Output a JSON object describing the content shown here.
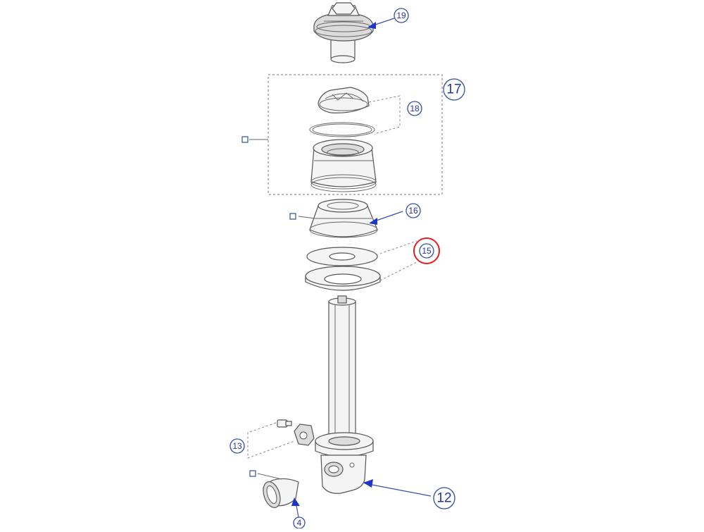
{
  "callouts": {
    "c19": "19",
    "c17": "17",
    "c18": "18",
    "c16": "16",
    "c15": "15",
    "c13": "13",
    "c12": "12",
    "c4": "4"
  },
  "colors": {
    "callout_text": "#2336a0",
    "arrow": "#1d36c8",
    "highlight_ring": "#e02020",
    "line": "#555555"
  },
  "highlighted_callout": "15"
}
